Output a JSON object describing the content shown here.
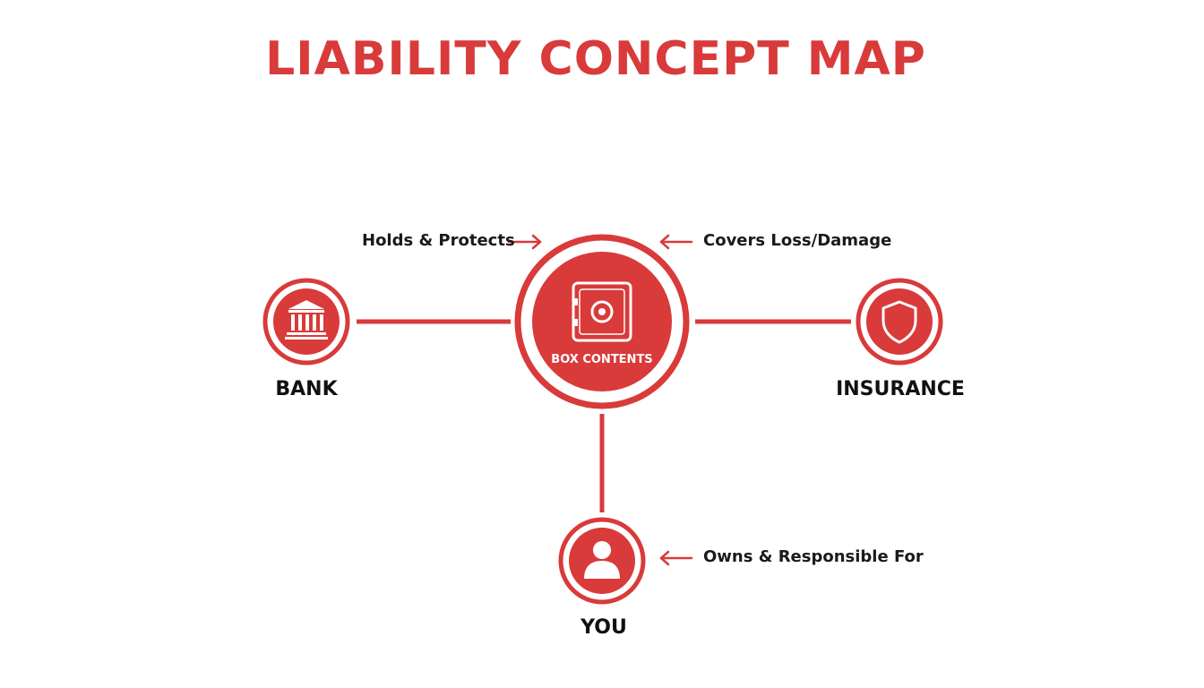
{
  "title": "LIABILITY CONCEPT MAP",
  "accent_color": "#d93a3a",
  "center": {
    "label": "BOX CONTENTS",
    "icon": "safe-icon"
  },
  "nodes": {
    "bank": {
      "label": "BANK",
      "icon": "bank-icon"
    },
    "insurance": {
      "label": "INSURANCE",
      "icon": "shield-icon"
    },
    "you": {
      "label": "YOU",
      "icon": "person-icon"
    }
  },
  "edges": {
    "bank": {
      "label": "Holds & Protects"
    },
    "insurance": {
      "label": "Covers Loss/Damage"
    },
    "you": {
      "label": "Owns & Responsible For"
    }
  }
}
